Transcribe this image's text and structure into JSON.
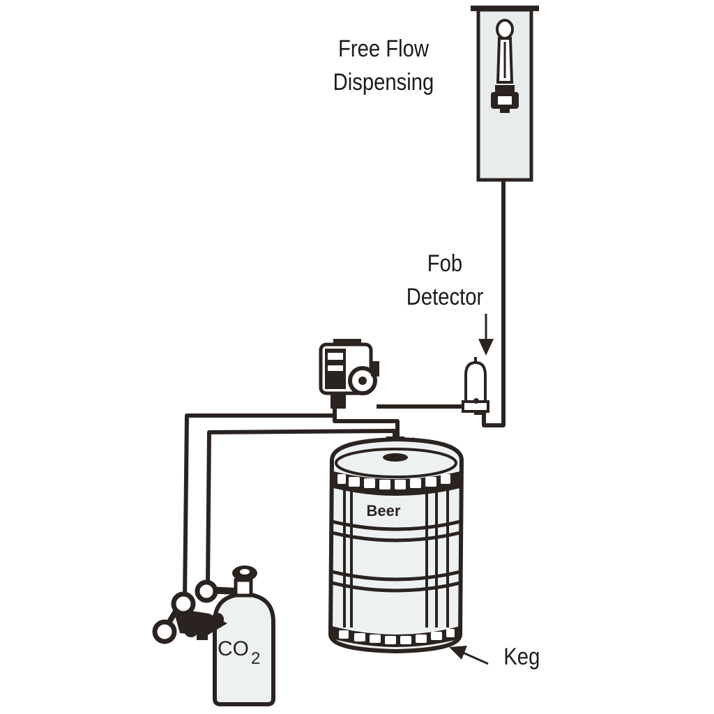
{
  "labels": {
    "free_flow_line1": "Free Flow",
    "free_flow_line2": "Dispensing",
    "fob_line1": "Fob",
    "fob_line2": "Detector",
    "keg": "Keg",
    "keg_text": "Beer",
    "co2_main": "CO",
    "co2_sub": "2"
  },
  "colors": {
    "line": "#2a2320",
    "panel_fill": "#e8ecec",
    "tank_fill": "#eef1f1",
    "background": "#ffffff"
  }
}
